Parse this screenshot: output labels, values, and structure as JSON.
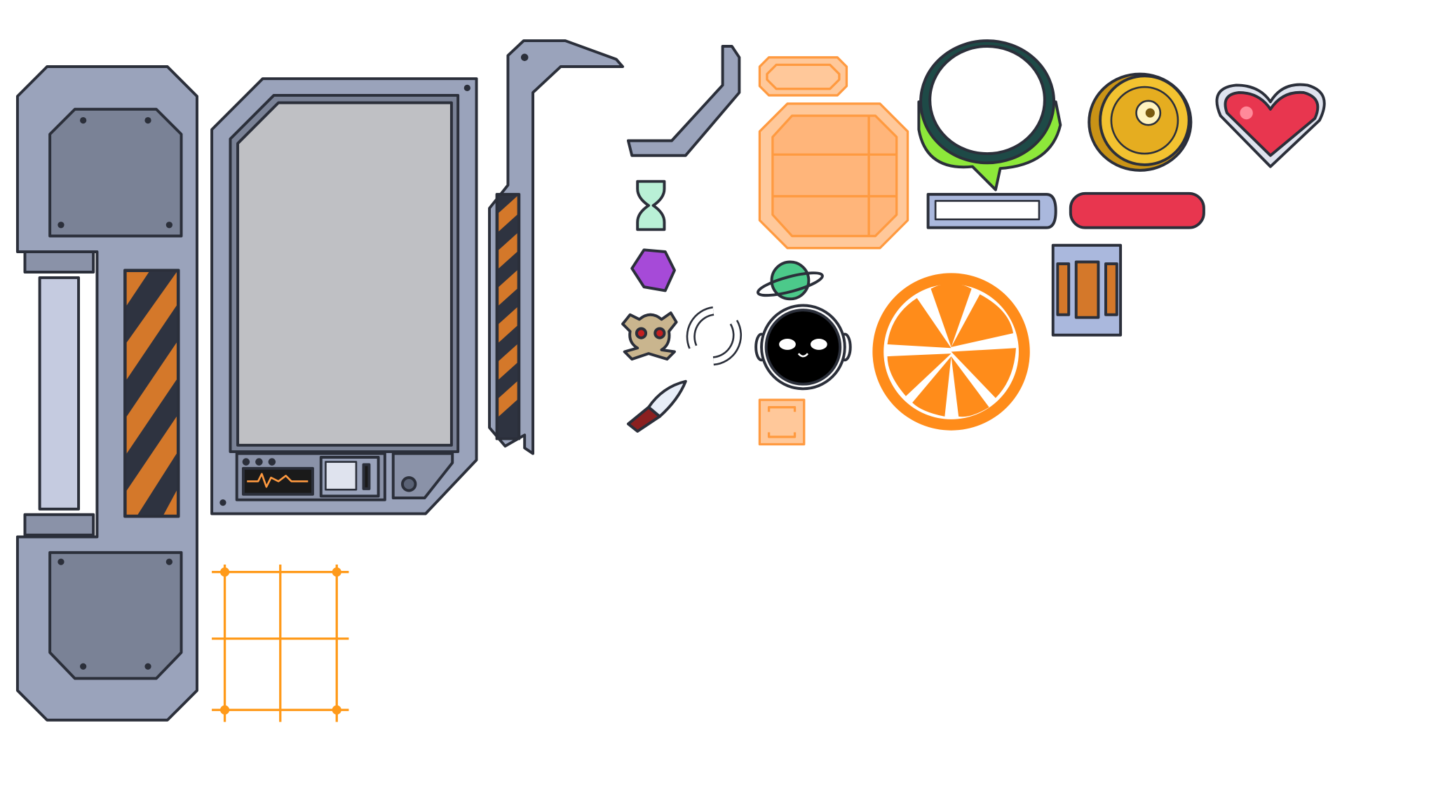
{
  "sheet": {
    "sprites": [
      "door-frame-sprite",
      "monitor-panel-sprite",
      "bracket-sprite",
      "corner-pipe-sprite",
      "orange-small-bar-sprite",
      "orange-panel-sprite",
      "slime-ring-sprite",
      "gold-coin-sprite",
      "heart-sprite",
      "hourglass-icon",
      "empty-bar-sprite",
      "red-bar-sprite",
      "gem-icon",
      "planet-icon",
      "battery-sprite",
      "skull-icon",
      "refresh-icon",
      "alien-face-icon",
      "orange-slice-sprite",
      "knife-icon",
      "orange-square-sprite",
      "orange-grid-sprite"
    ]
  },
  "colors": {
    "metal": "#9aa3bb",
    "metal_dark": "#7a8296",
    "outline": "#2b2f3a",
    "screen": "#bfc0c4",
    "hazard_orange": "#d4782a",
    "hazard_dark": "#2e3340",
    "ui_orange": "#ff9a40",
    "ui_orange_fill": "#ffc89a",
    "slime": "#8de83a",
    "coin": "#f2c230",
    "heart": "#e8364f",
    "bar_red": "#e8364f"
  }
}
